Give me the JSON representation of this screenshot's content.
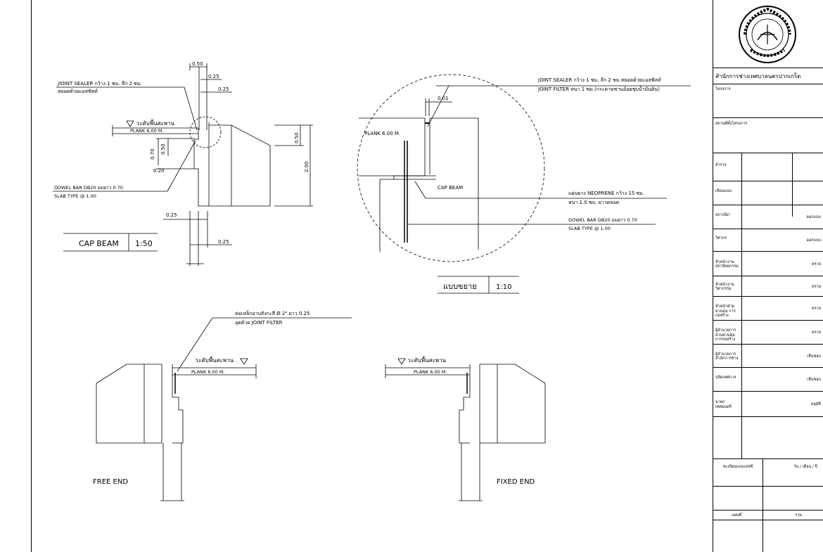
{
  "drawing": {
    "cap_beam_section": {
      "sealer_note_1": "JIOINT SEALER กว้าง 1 ซม. ลึก 2 ซม.",
      "sealer_note_2": "หยอดด้วยแอสฟัลท์",
      "deck_level": "ระดับพื้นสะพาน",
      "plank": "PLANK 6.00 M.",
      "dowel_note_1": "DOWEL BAR DB20 มมยาว 0.70",
      "dowel_note_2": "SLAB TYPE @ 1.00",
      "dims": {
        "d050_top": "0.50",
        "d025_a": "0.25",
        "d025_b": "0.25",
        "d070": "0.70",
        "d050_mid": "0.50",
        "d020": "0.20",
        "d050_right": "0.50",
        "d200": "2.00",
        "d025_c": "0.25",
        "d025_d": "0.25"
      },
      "title": "CAP BEAM",
      "scale": "1:50"
    },
    "enlarged_detail": {
      "sealer_note": "JOINT SEALER กว้าง 1 ซม. ลึก 2 ซม.หยอดด้วยแอสฟัลท์",
      "filter_note": "JOINT FILTER หนา 1 ซม.(กระดาษชานอ้อยชุบน้ำมันดิน)",
      "dim_001": "0.01",
      "plank": "PLANK 6.00 M.",
      "cap_beam": "CAP BEAM",
      "neoprene_1": "แผ่นยาง NEOPRENE กว้าง 15 ซม.",
      "neoprene_2": "หนา 1.0 ซม. ยาวตลอด",
      "dowel_1": "DOWEL BAR DB20 มมยาว 0.70",
      "dowel_2": "SLAB TYPE @ 1.00",
      "title": "แบบขยาย",
      "scale": "1:10"
    },
    "free_end": {
      "pipe_note_1": "ท่อเหล็กอาบสังกะสี Ø 2\".ยาว 0.25",
      "pipe_note_2": "อุดด้วย JOINT FILTER",
      "deck_level": "ระดับพื้นสะพาน",
      "plank": "PLANK 6.00 M.",
      "title": "FREE END"
    },
    "fixed_end": {
      "deck_level": "ระดับพื้นสะพาน",
      "plank": "PLANK 6.00 M.",
      "title": "FIXED END"
    }
  },
  "title_block": {
    "office": "สำนักการช่างเทศบาลนครปากเกร็ด",
    "project": "โครงการ",
    "location": "สถานที่ตั้งโครงการ",
    "rows": [
      {
        "label": "สำรวจ",
        "right": ""
      },
      {
        "label": "เขียนแบบ",
        "right": ""
      },
      {
        "label": "สถาปนิก",
        "right": "ออกแบบ"
      },
      {
        "label": "วิศวกร",
        "right": "ออกแบบ"
      },
      {
        "label": "หัวหน้างาน สถาปัตยกรรม",
        "right": "ตรวจ"
      },
      {
        "label": "หัวหน้างาน วิศวกรรม",
        "right": "ตรวจ"
      },
      {
        "label": "หัวหน้าฝ่าย ควบคุม การก่อสร้าง",
        "right": "ตรวจ"
      },
      {
        "label": "ผู้อำนวยการ ส่วนควบคุม การก่อสร้าง",
        "right": "ตรวจ"
      },
      {
        "label": "ผู้อำนวยการ สำนักการช่าง",
        "right": "เห็นชอบ"
      },
      {
        "label": "ปลัดเทศบาล",
        "right": "เห็นชอบ"
      },
      {
        "label": "นายก เทศมนตรี",
        "right": "อนุมัติ"
      }
    ],
    "register": "ทะเบียนแบบเลขที่",
    "date": "วัน / เดือน / ปี",
    "sheet": "แผ่นที่",
    "total": "รวม"
  }
}
